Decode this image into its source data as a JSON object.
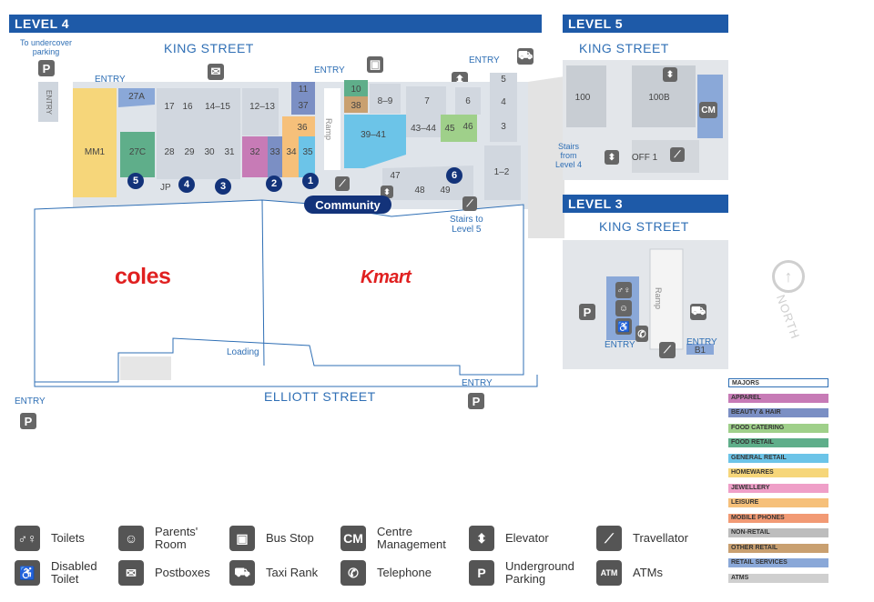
{
  "headers": {
    "level4": "LEVEL 4",
    "level5": "LEVEL 5",
    "level3": "LEVEL 3"
  },
  "streets": {
    "king_l4": "KING STREET",
    "king_l5": "KING STREET",
    "king_l3": "KING STREET",
    "elliott": "ELLIOTT STREET"
  },
  "level4_labels": {
    "undercover_parking": [
      "To undercover",
      "parking"
    ],
    "entry_nw": "ENTRY",
    "entry_top": "ENTRY",
    "entry_ne": "ENTRY",
    "entry_sw": "ENTRY",
    "entry_se": "ENTRY",
    "ramp": "Ramp",
    "loading": "Loading",
    "community": "Community",
    "stairs_to_l5": [
      "Stairs to",
      "Level 5"
    ],
    "jp": "JP",
    "coles": "coles",
    "kmart": "Kmart"
  },
  "level4_shops": [
    "27A",
    "17",
    "16",
    "14–15",
    "12–13",
    "11",
    "37",
    "10",
    "38",
    "8–9",
    "7",
    "5",
    "4",
    "3",
    "MM1",
    "27C",
    "28",
    "29",
    "30",
    "31",
    "32",
    "33",
    "34",
    "35",
    "36",
    "39–41",
    "43–44",
    "45",
    "46",
    "6",
    "1–2",
    "47",
    "48",
    "49"
  ],
  "level4_markers": [
    "1",
    "2",
    "3",
    "4",
    "5",
    "6"
  ],
  "level5_labels": {
    "shop_100": "100",
    "shop_100b": "100B",
    "cm": "CM",
    "stairs": [
      "Stairs",
      "from",
      "Level 4"
    ],
    "off1": "OFF 1"
  },
  "level3_labels": {
    "ramp": "Ramp",
    "entry_left": "ENTRY",
    "entry_right": "ENTRY",
    "b1": "B1"
  },
  "north": "NORTH",
  "legend_categories": [
    {
      "label": "MAJORS",
      "color": "#ffffff"
    },
    {
      "label": "APPAREL",
      "color": "#c77bb6"
    },
    {
      "label": "BEAUTY & HAIR",
      "color": "#7b8fc4"
    },
    {
      "label": "FOOD CATERING",
      "color": "#9fd08a"
    },
    {
      "label": "FOOD RETAIL",
      "color": "#5fae8a"
    },
    {
      "label": "GENERAL RETAIL",
      "color": "#6cc4e8"
    },
    {
      "label": "HOMEWARES",
      "color": "#f6d67a"
    },
    {
      "label": "JEWELLERY",
      "color": "#ef9fc8"
    },
    {
      "label": "LEISURE",
      "color": "#f6c07a"
    },
    {
      "label": "MOBILE PHONES",
      "color": "#f29a74"
    },
    {
      "label": "NON-RETAIL",
      "color": "#bdbdbd"
    },
    {
      "label": "OTHER RETAIL",
      "color": "#c9a070"
    },
    {
      "label": "RETAIL SERVICES",
      "color": "#8aa8d8"
    },
    {
      "label": "ATMS",
      "color": "#cfcfcf"
    }
  ],
  "key": [
    {
      "icon": "toilets-icon",
      "label": [
        "Toilets"
      ]
    },
    {
      "icon": "parents-room-icon",
      "label": [
        "Parents'",
        "Room"
      ]
    },
    {
      "icon": "bus-stop-icon",
      "label": [
        "Bus Stop"
      ]
    },
    {
      "icon": "centre-management-icon",
      "label": [
        "Centre",
        "Management"
      ]
    },
    {
      "icon": "elevator-icon",
      "label": [
        "Elevator"
      ]
    },
    {
      "icon": "travellator-icon",
      "label": [
        "Travellator"
      ]
    },
    {
      "icon": "disabled-toilet-icon",
      "label": [
        "Disabled",
        "Toilet"
      ]
    },
    {
      "icon": "postboxes-icon",
      "label": [
        "Postboxes"
      ]
    },
    {
      "icon": "taxi-rank-icon",
      "label": [
        "Taxi Rank"
      ]
    },
    {
      "icon": "telephone-icon",
      "label": [
        "Telephone"
      ]
    },
    {
      "icon": "underground-parking-icon",
      "label": [
        "Underground",
        "Parking"
      ]
    },
    {
      "icon": "atms-icon",
      "label": [
        "ATMs"
      ]
    }
  ],
  "key_glyphs": {
    "cm": "CM",
    "p": "P",
    "atm": "ATM"
  }
}
